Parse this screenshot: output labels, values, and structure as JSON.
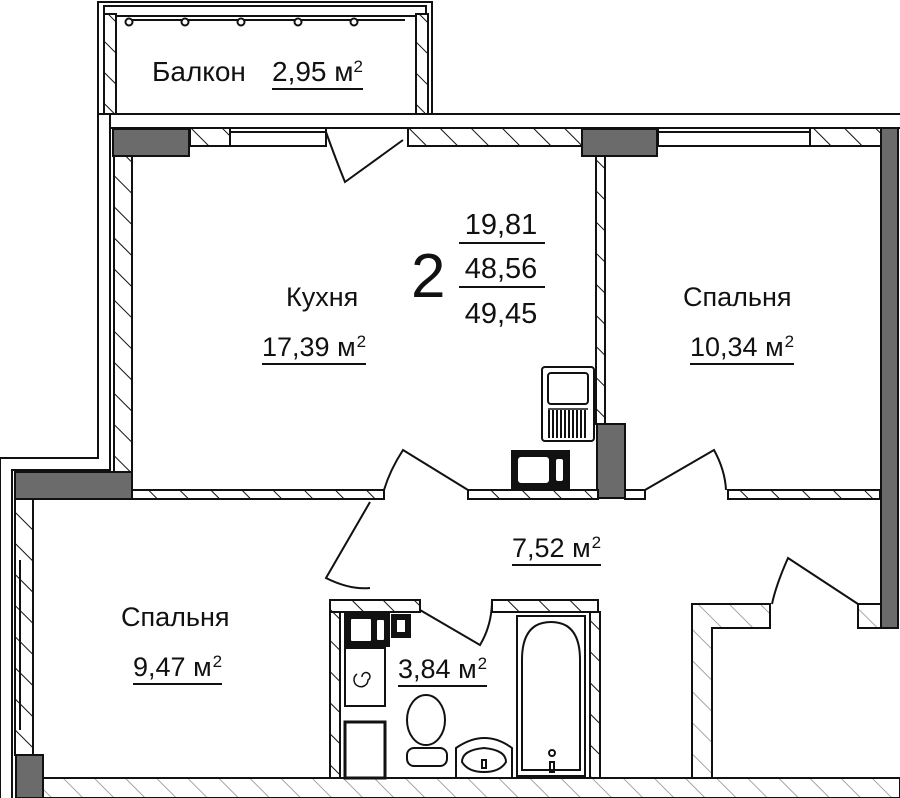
{
  "plan": {
    "apartment": {
      "rooms_count": "2",
      "living_area": "19,81",
      "total_area": "48,56",
      "total_area_with_balcony": "49,45"
    },
    "rooms": [
      {
        "id": "balcony",
        "name": "Балкон",
        "area": "2,95",
        "unit": "м",
        "unit_power": "2"
      },
      {
        "id": "kitchen",
        "name": "Кухня",
        "area": "17,39",
        "unit": "м",
        "unit_power": "2"
      },
      {
        "id": "bedroom-1",
        "name": "Спальня",
        "area": "10,34",
        "unit": "м",
        "unit_power": "2"
      },
      {
        "id": "hallway",
        "name": "",
        "area": "7,52",
        "unit": "м",
        "unit_power": "2"
      },
      {
        "id": "bedroom-2",
        "name": "Спальня",
        "area": "9,47",
        "unit": "м",
        "unit_power": "2"
      },
      {
        "id": "bathroom",
        "name": "",
        "area": "3,84",
        "unit": "м",
        "unit_power": "2"
      }
    ],
    "colors": {
      "wall_line": "#111111",
      "load_bearing": "#6b6b6b",
      "background": "#ffffff"
    }
  }
}
